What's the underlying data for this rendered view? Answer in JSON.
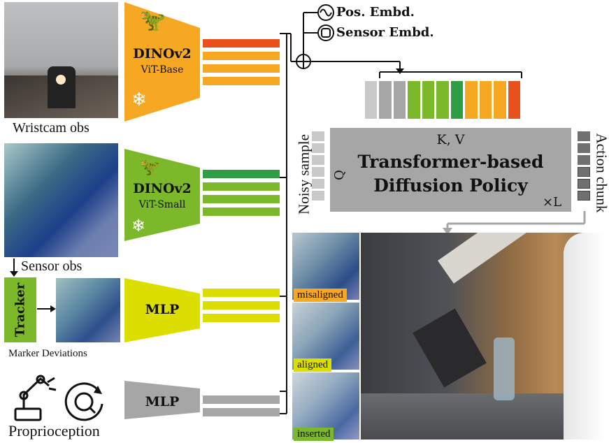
{
  "wristcam": {
    "encoder_name": "DINOv2",
    "encoder_variant": "ViT-Base",
    "caption": "Wristcam obs"
  },
  "sensor": {
    "encoder_name": "DINOv2",
    "encoder_variant": "ViT-Small",
    "caption": "Sensor obs"
  },
  "tracker": {
    "label": "Tracker",
    "caption": "Marker Deviations",
    "encoder_name": "MLP"
  },
  "proprio": {
    "encoder_name": "MLP",
    "caption": "Proprioception"
  },
  "embeddings": {
    "pos": "Pos. Embd.",
    "sensor": "Sensor Embd."
  },
  "policy": {
    "title_line1": "Transformer-based",
    "title_line2": "Diffusion Policy",
    "kv": "K, V",
    "q": "Q",
    "layers": "×L",
    "noisy_sample": "Noisy sample",
    "action_chunk": "Action chunk"
  },
  "states": {
    "misaligned": "misaligned",
    "aligned": "aligned",
    "inserted": "inserted"
  },
  "colors": {
    "orange": "#f7a823",
    "orange_red": "#e8501c",
    "green": "#7bb92a",
    "dark_green": "#2e9e44",
    "yellow": "#dcde00",
    "gray": "#a6a6a6"
  }
}
